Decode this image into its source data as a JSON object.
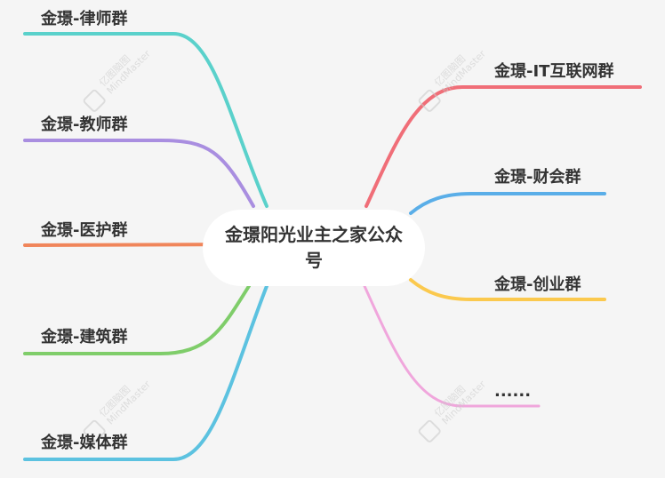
{
  "watermark": {
    "brand_cn": "亿图脑图",
    "brand_en": "MindMaster"
  },
  "center_topic": {
    "text": "金璟阳光业主之家公众号"
  },
  "left_branches": [
    {
      "label": "金璟-律师群",
      "color": "#5ad1cb"
    },
    {
      "label": "金璟-教师群",
      "color": "#a98ee0"
    },
    {
      "label": "金璟-医护群",
      "color": "#f0855a"
    },
    {
      "label": "金璟-建筑群",
      "color": "#7fcd6a"
    },
    {
      "label": "金璟-媒体群",
      "color": "#5cc2e0"
    }
  ],
  "right_branches": [
    {
      "label": "金璟-IT互联网群",
      "color": "#f06e78"
    },
    {
      "label": "金璟-财会群",
      "color": "#5aaee8"
    },
    {
      "label": "金璟-创业群",
      "color": "#fbc94e"
    },
    {
      "label": "......",
      "color": "#f0a6dc"
    }
  ]
}
